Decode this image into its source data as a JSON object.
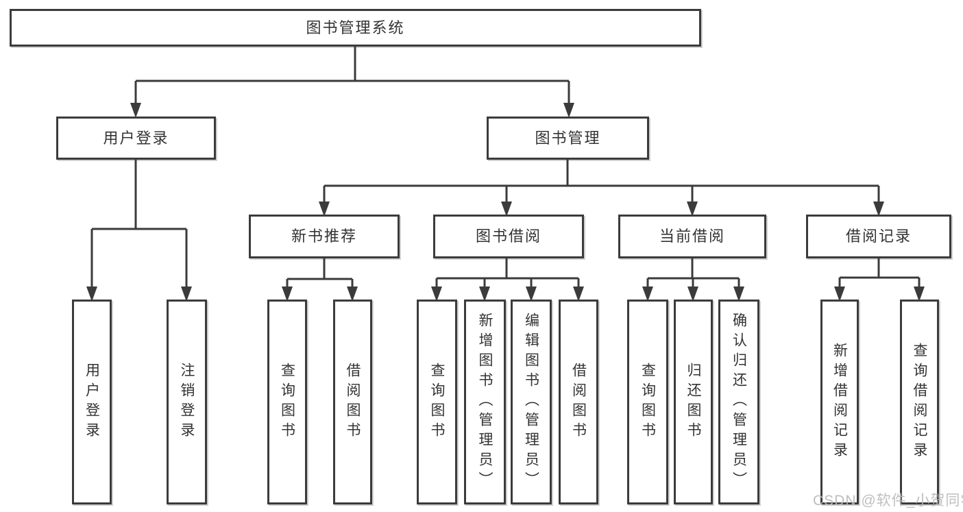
{
  "colors": {
    "line": "#3b3b3b",
    "text": "#333333",
    "background": "#ffffff",
    "watermark": "#b9b9b9"
  },
  "watermark": {
    "text": "CSDN @软件_小贺同学"
  },
  "tree": {
    "root": {
      "label": "图书管理系统",
      "children": [
        {
          "label": "用户登录",
          "children": [
            {
              "label": "用户登录"
            },
            {
              "label": "注销登录"
            }
          ]
        },
        {
          "label": "图书管理",
          "children": [
            {
              "label": "新书推荐",
              "children": [
                {
                  "label": "查询图书"
                },
                {
                  "label": "借阅图书"
                }
              ]
            },
            {
              "label": "图书借阅",
              "children": [
                {
                  "label": "查询图书"
                },
                {
                  "label": "新增图书（管理员）"
                },
                {
                  "label": "编辑图书（管理员）"
                },
                {
                  "label": "借阅图书"
                }
              ]
            },
            {
              "label": "当前借阅",
              "children": [
                {
                  "label": "查询图书"
                },
                {
                  "label": "归还图书"
                },
                {
                  "label": "确认归还（管理员）"
                }
              ]
            },
            {
              "label": "借阅记录",
              "children": [
                {
                  "label": "新增借阅记录"
                },
                {
                  "label": "查询借阅记录"
                }
              ]
            }
          ]
        }
      ]
    }
  }
}
